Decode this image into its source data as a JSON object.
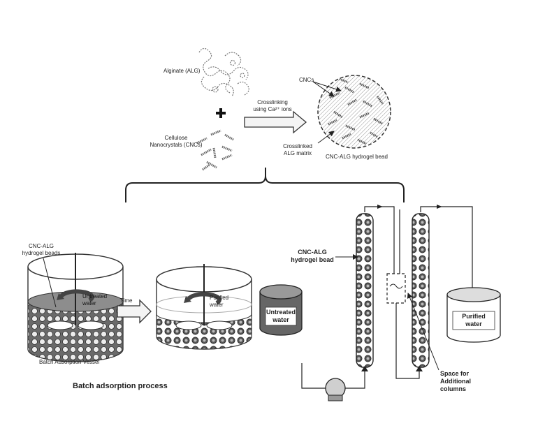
{
  "labels": {
    "alginate": "Alginate (ALG)",
    "cnc_material": "Cellulose\nNanocrystals (CNCs)",
    "crosslinking": "Crosslinking\nusing Ca²⁺ ions",
    "cncs": "CNCs",
    "crosslinked_matrix": "Crosslinked\nALG matrix",
    "bead_title": "CNC-ALG hydrogel bead",
    "beads_in_vessel": "CNC-ALG\nhydrogel beads",
    "untreated_water_vessel": "Untreated\nwater",
    "time": "Time",
    "purified_water_vessel": "Purified\nwater",
    "batch_vessel": "Batch Adsorption Vessel",
    "batch_process": "Batch adsorption process",
    "column_bead": "CNC-ALG\nhydrogel bead",
    "untreated_tank": "Untreated\nwater",
    "purified_tank": "Purified\nwater",
    "space_columns": "Space for\nAdditional\ncolumns"
  }
}
